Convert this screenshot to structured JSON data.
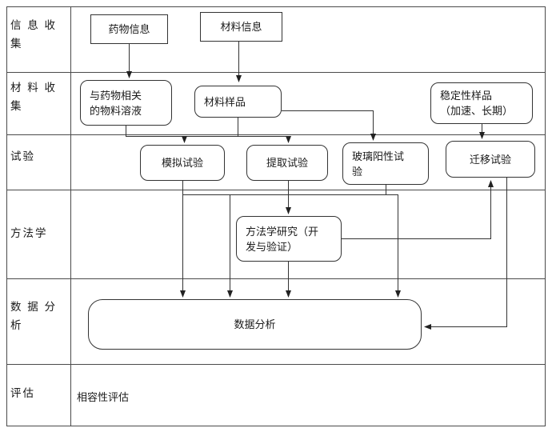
{
  "table": {
    "row_labels": [
      {
        "id": "info-collection",
        "text": "信 息 收\n集"
      },
      {
        "id": "material-collection",
        "text": "材 料 收\n集"
      },
      {
        "id": "testing",
        "text": "试验"
      },
      {
        "id": "methodology",
        "text": "方法学"
      },
      {
        "id": "data-analysis",
        "text": "数 据 分\n析"
      },
      {
        "id": "evaluation",
        "text": "评估"
      }
    ]
  },
  "nodes": {
    "drug_info": "药物信息",
    "material_info": "材料信息",
    "drug_solution": "与药物相关\n的物料溶液",
    "material_sample": "材料样品",
    "stability_sample": "稳定性样品\n（加速、长期）",
    "simulation_test": "模拟试验",
    "extraction_test": "提取试验",
    "glass_positive_test": "玻璃阳性试\n验",
    "migration_test": "迁移试验",
    "methodology_study": "方法学研究（开\n发与验证）",
    "data_analysis": "数据分析",
    "compatibility_evaluation": "相容性评估"
  },
  "colors": {
    "line": "#333333",
    "text": "#1a1a1a",
    "background": "#ffffff"
  }
}
